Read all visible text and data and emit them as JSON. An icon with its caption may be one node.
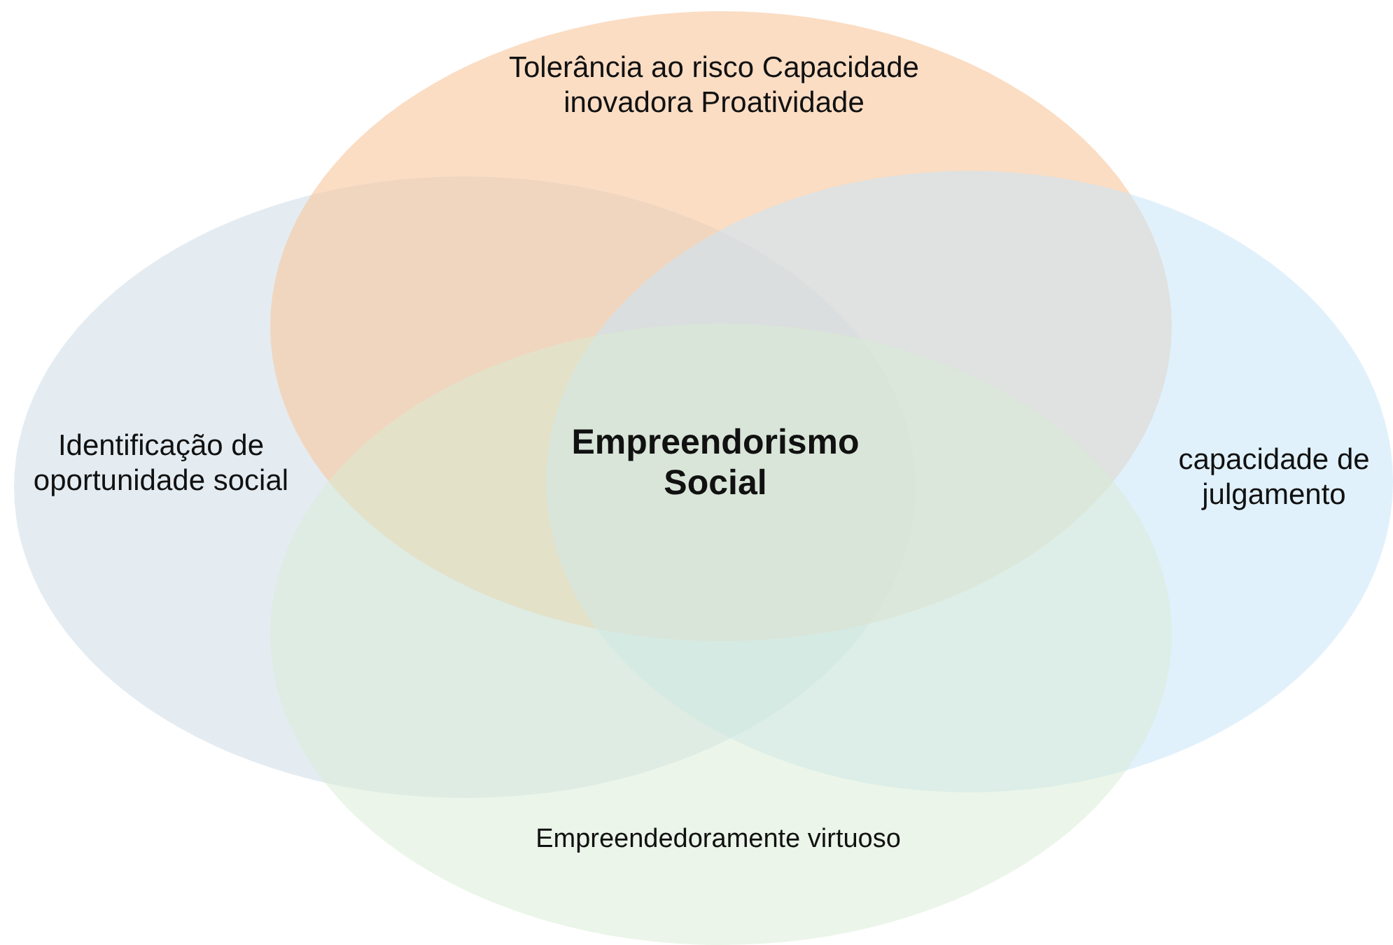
{
  "diagram": {
    "nodes": [
      {
        "text": [
          "Identificação de oportunidade social"
        ]
      },
      {
        "text": [
          "Tolerância ao risco Capacidade inovadora Proatividade"
        ]
      },
      {
        "text": [
          "capacidade de julgamento"
        ]
      },
      {
        "text": [
          "Empreendedoramente virtuoso"
        ]
      },
      {
        "text": [
          "Empreendorismo Social"
        ]
      }
    ]
  }
}
